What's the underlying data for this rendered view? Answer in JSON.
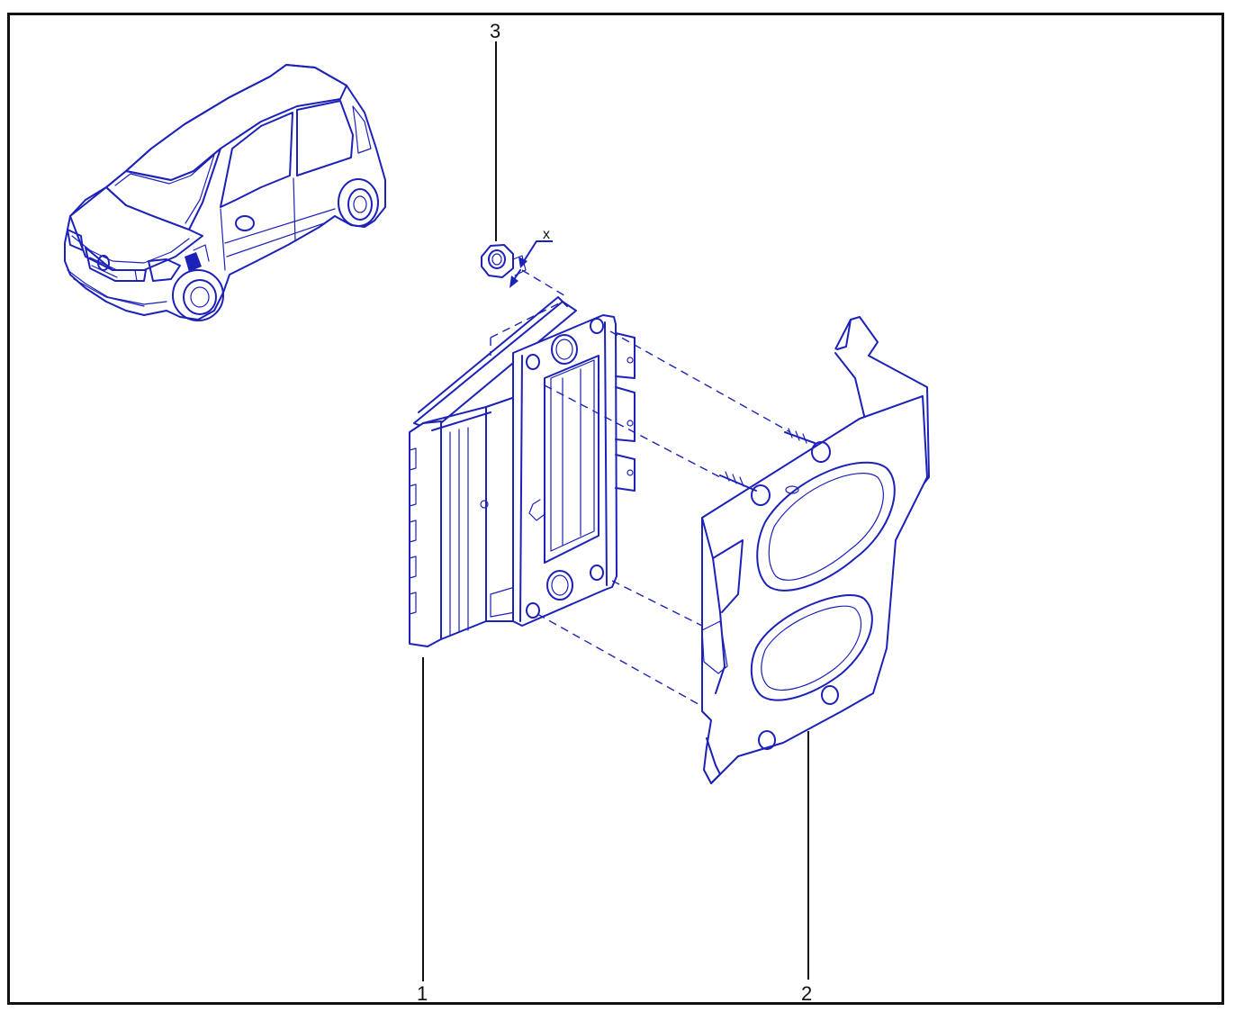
{
  "colors": {
    "ink": "#1c22b8",
    "label": "#111111",
    "frame": "#111111"
  },
  "callouts": {
    "part1": "1",
    "part2": "2",
    "part3": "3",
    "dimension": "x"
  }
}
